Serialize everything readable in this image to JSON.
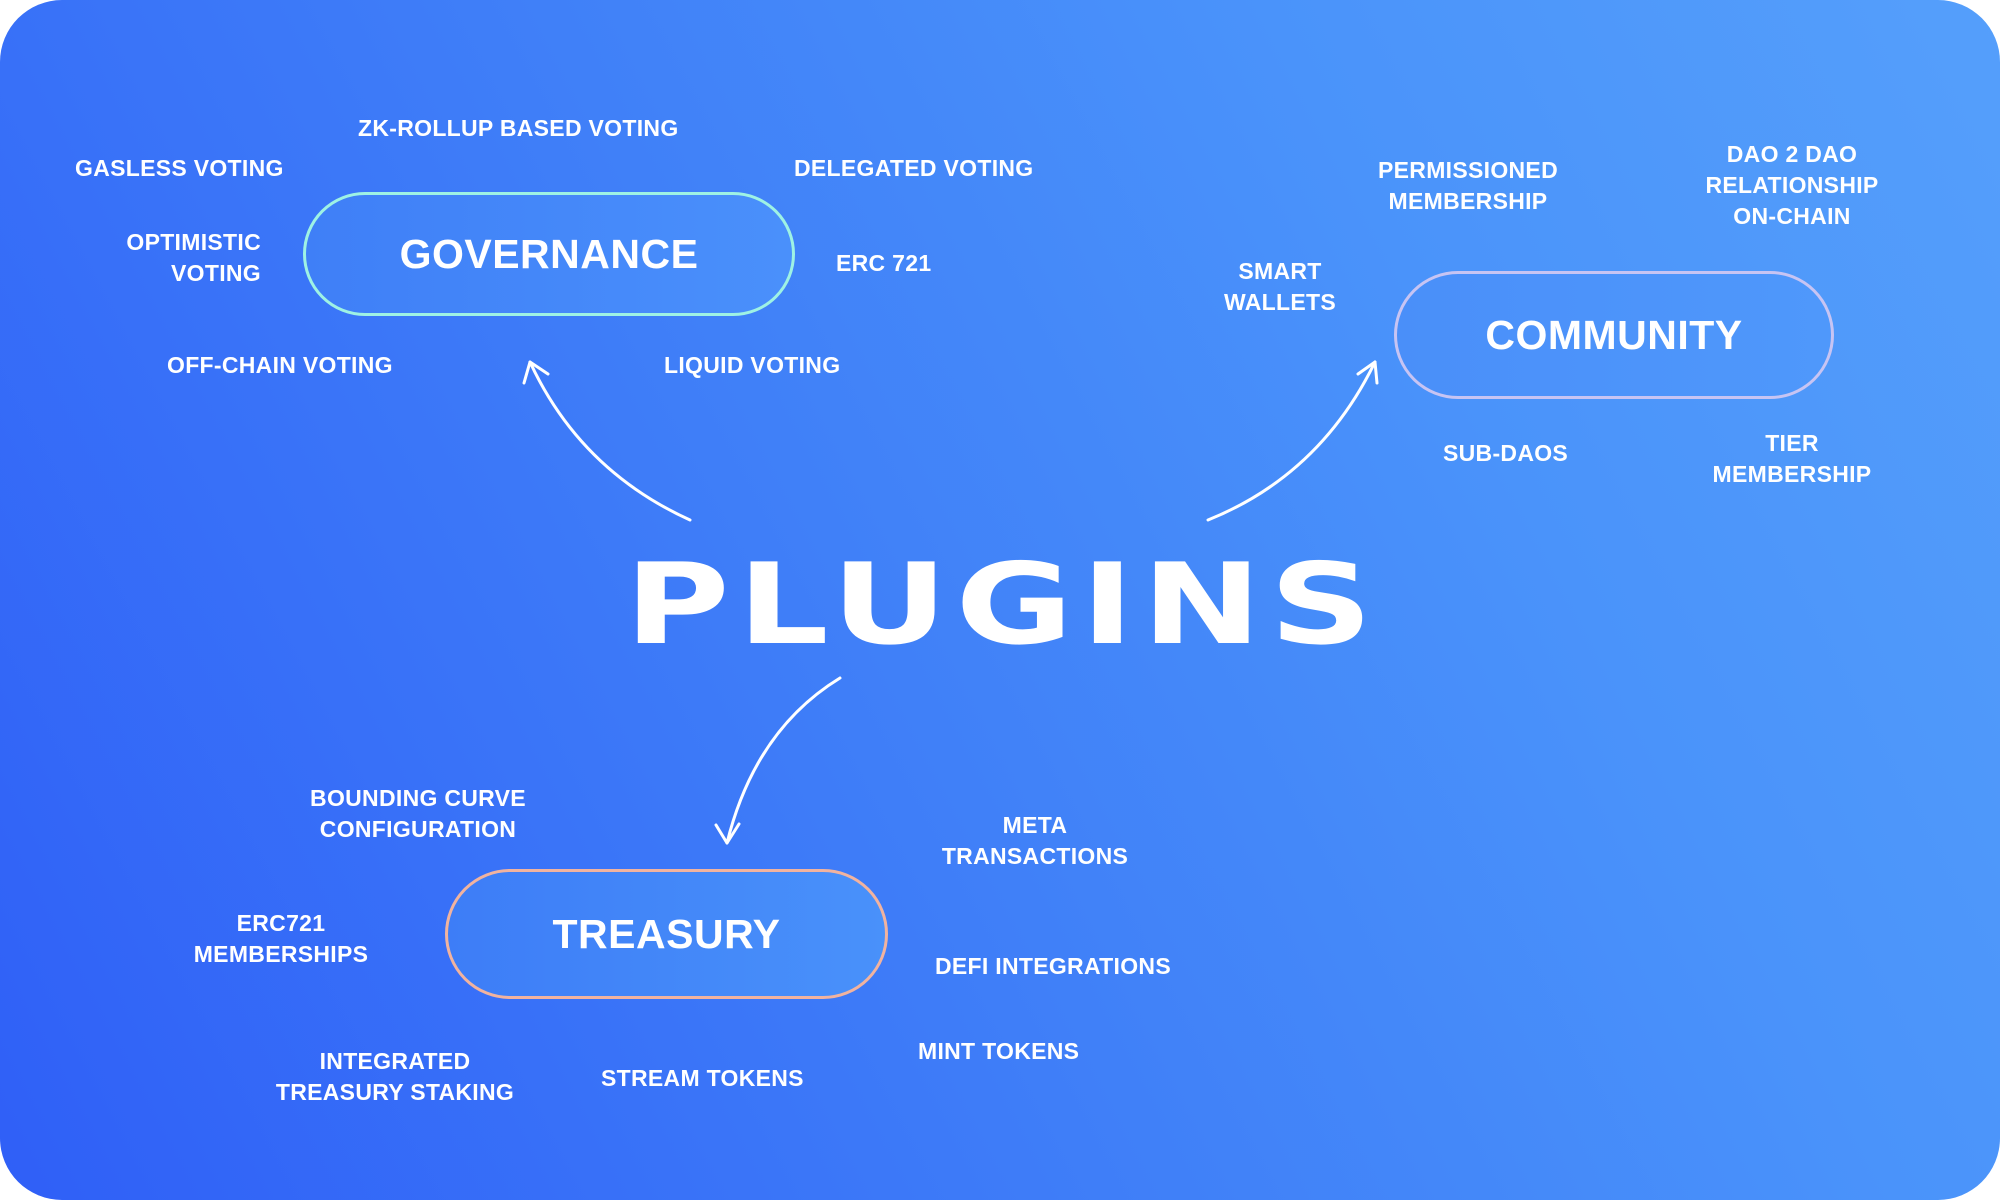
{
  "title": "PLUGINS",
  "colors": {
    "gradient_start": "#2f5ff7",
    "gradient_end": "#559ffb",
    "text": "#ffffff",
    "governance_border": "#9ef2e4",
    "community_border": "#c7c4f3",
    "treasury_border": "#f1b39f"
  },
  "governance": {
    "label": "GOVERNANCE",
    "features": {
      "zk_rollup": "ZK-ROLLUP BASED VOTING",
      "gasless": "GASLESS VOTING",
      "delegated": "DELEGATED VOTING",
      "optimistic": [
        "OPTIMISTIC",
        "VOTING"
      ],
      "erc721": "ERC 721",
      "off_chain": "OFF-CHAIN VOTING",
      "liquid": "LIQUID VOTING"
    }
  },
  "community": {
    "label": "COMMUNITY",
    "features": {
      "permissioned": [
        "PERMISSIONED",
        "MEMBERSHIP"
      ],
      "dao2dao": [
        "DAO 2 DAO",
        "RELATIONSHIP",
        "ON-CHAIN"
      ],
      "smart_wallets": [
        "SMART",
        "WALLETS"
      ],
      "sub_daos": "SUB-DAOS",
      "tier": [
        "TIER",
        "MEMBERSHIP"
      ]
    }
  },
  "treasury": {
    "label": "TREASURY",
    "features": {
      "bounding_curve": [
        "BOUNDING CURVE",
        "CONFIGURATION"
      ],
      "meta_tx": [
        "META",
        "TRANSACTIONS"
      ],
      "erc721_memberships": [
        "ERC721",
        "MEMBERSHIPS"
      ],
      "defi": "DEFI INTEGRATIONS",
      "mint": "MINT TOKENS",
      "staking": [
        "INTEGRATED",
        "TREASURY STAKING"
      ],
      "stream": "STREAM TOKENS"
    }
  }
}
